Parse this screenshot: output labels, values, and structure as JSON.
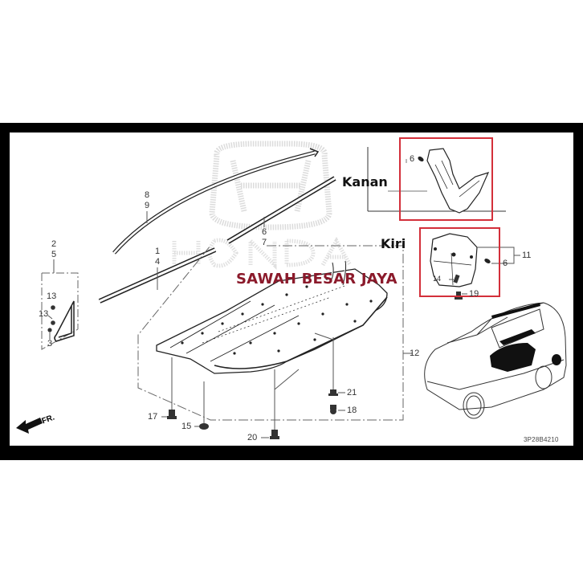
{
  "diagram": {
    "brand_watermark": "HONDA",
    "store_name": "SAWAH BESAR JAYA",
    "store_name_color": "#8b1a2b",
    "highlight_color": "#d32f3a",
    "figure_code": "3P28B4210",
    "direction_label": "FR.",
    "side_labels": {
      "right": "Kanan",
      "left": "Kiri"
    },
    "callouts": {
      "c8_9": [
        "8",
        "9"
      ],
      "c6_7": [
        "6",
        "7"
      ],
      "c2_5": [
        "2",
        "5"
      ],
      "c1_4": [
        "1",
        "4"
      ],
      "c13a": "13",
      "c13b": "13",
      "c3": "3",
      "c12": "12",
      "c21": "21",
      "c18": "18",
      "c17": "17",
      "c15": "15",
      "c20": "20",
      "c19": "19",
      "c14": "14",
      "c11": "11",
      "c6_kiri": "6",
      "c6_kanan": "6"
    }
  }
}
